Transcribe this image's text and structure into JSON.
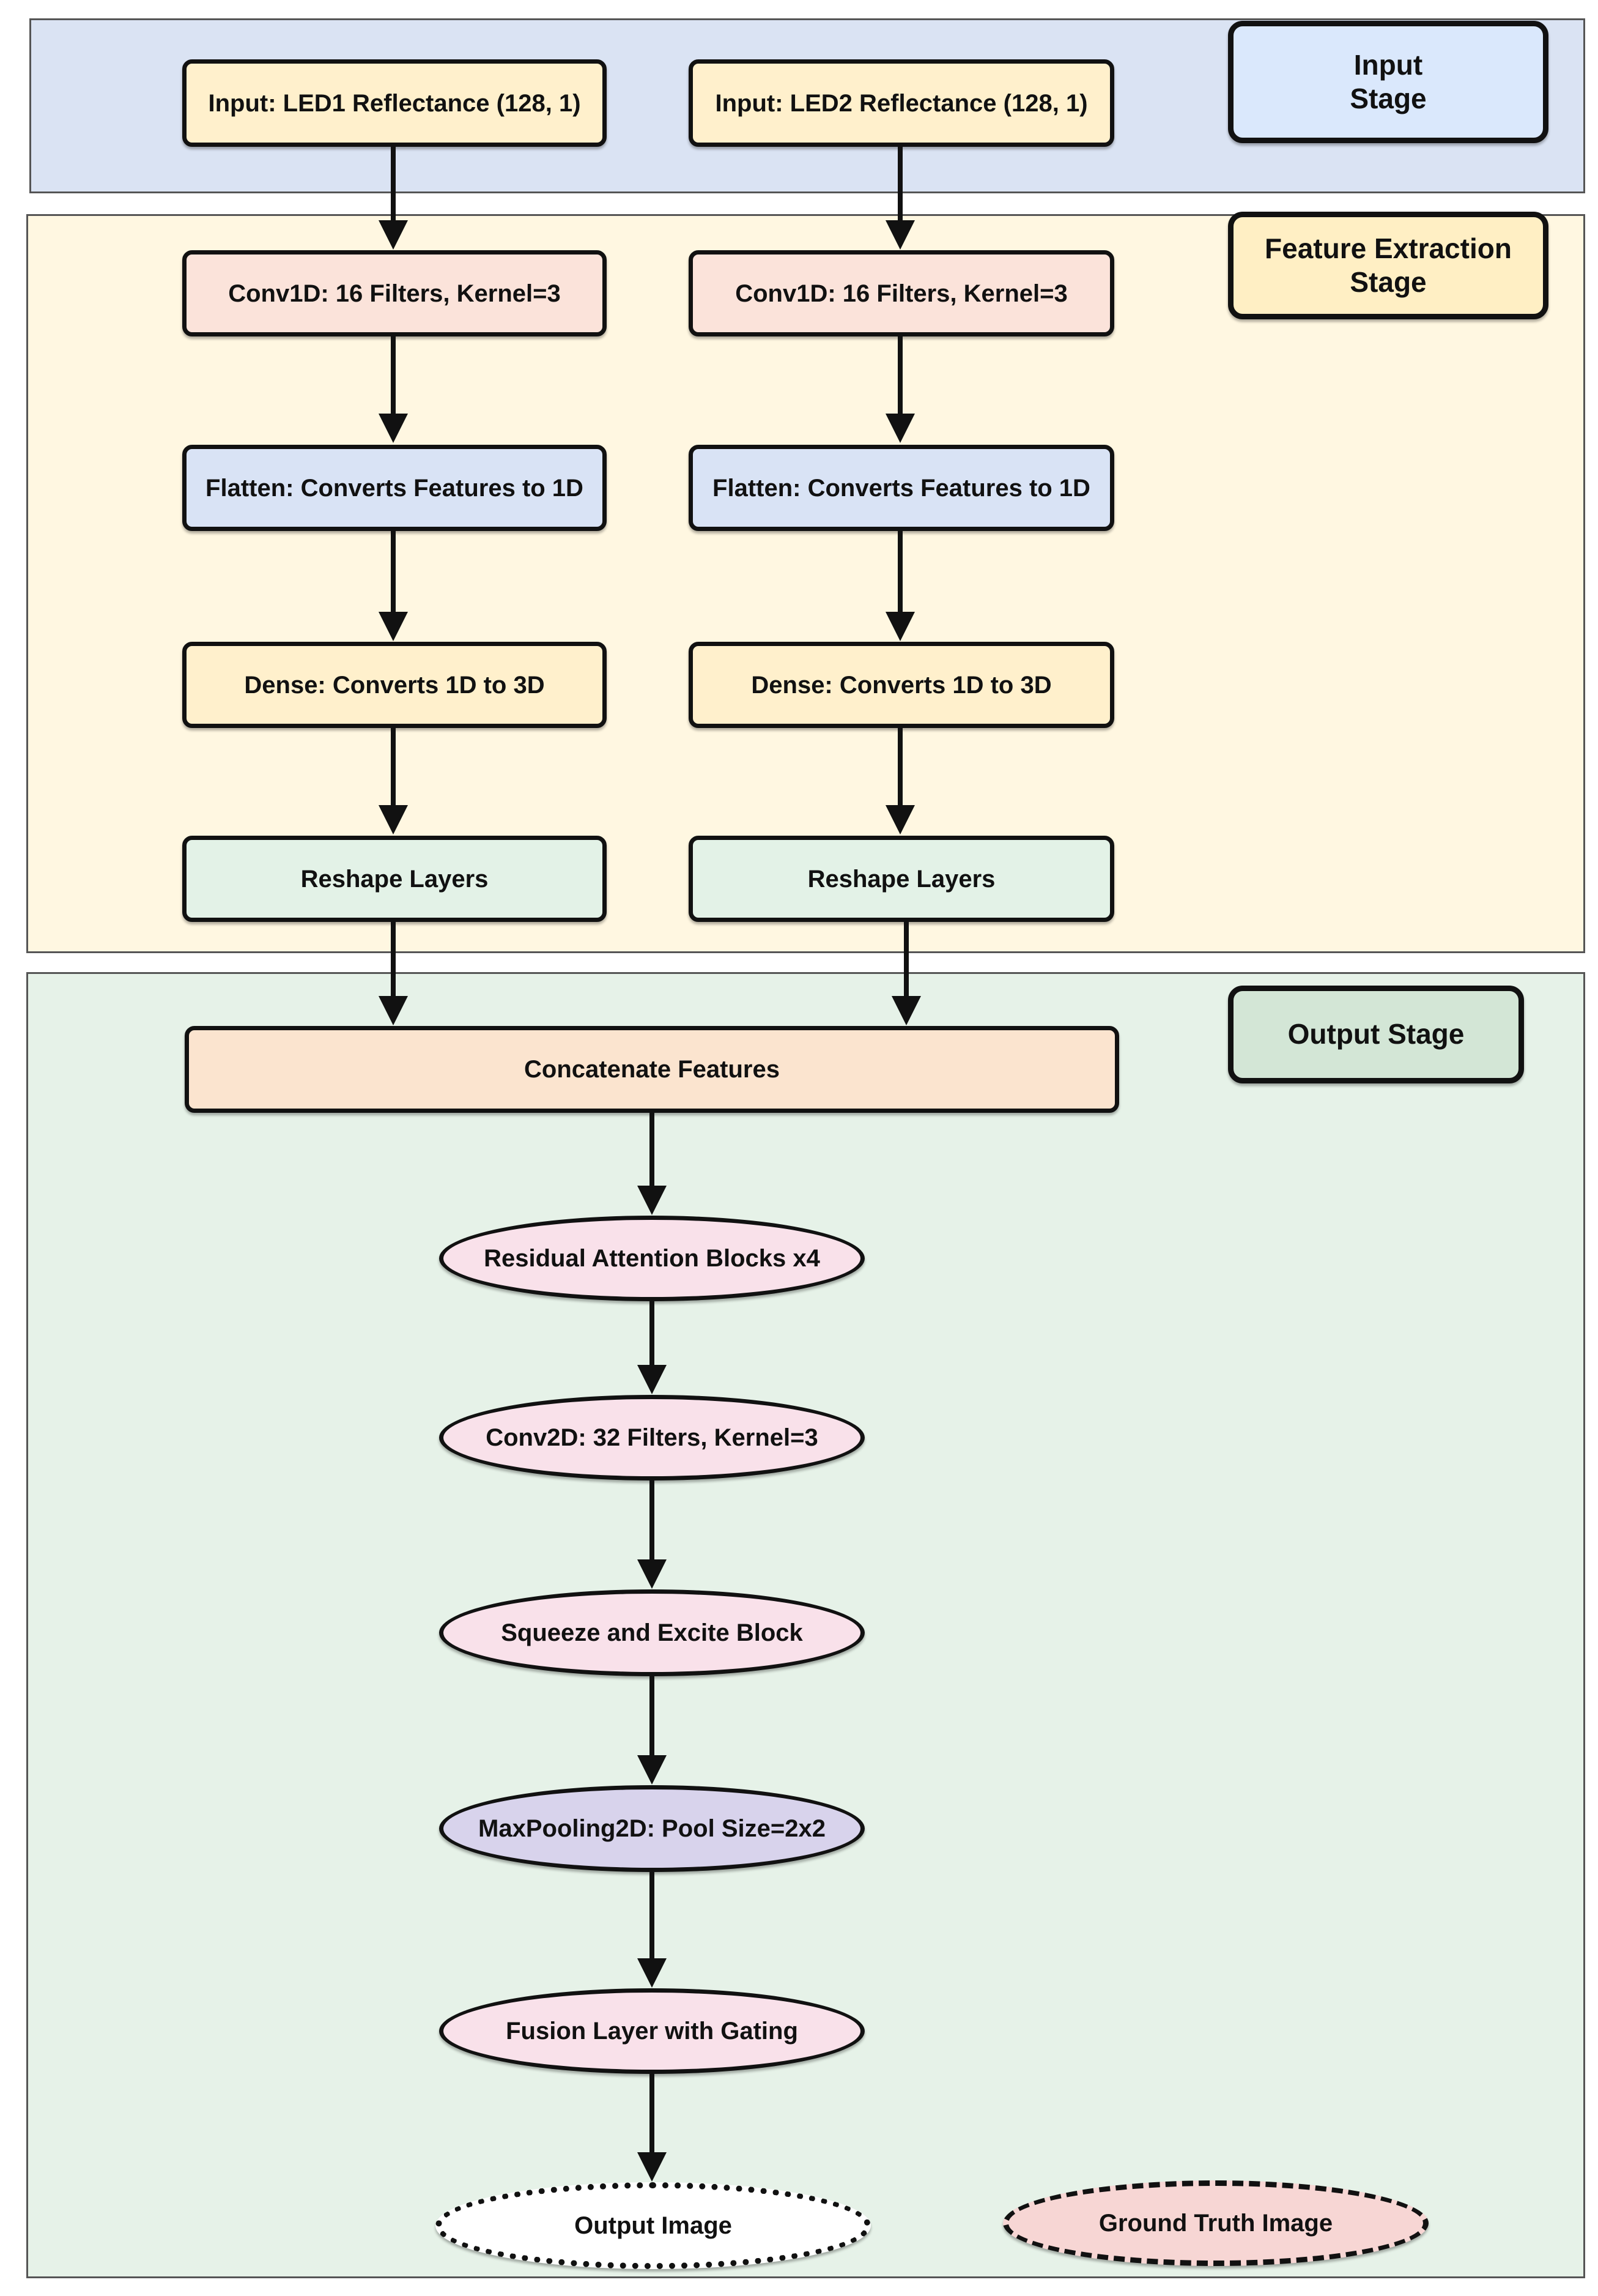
{
  "stages": {
    "input": "Input\nStage",
    "feature": "Feature Extraction\nStage",
    "output": "Output Stage"
  },
  "nodes": {
    "input_led1": "Input: LED1 Reflectance (128, 1)",
    "input_led2": "Input: LED2 Reflectance (128, 1)",
    "conv1d_1": "Conv1D: 16 Filters, Kernel=3",
    "conv1d_2": "Conv1D: 16 Filters, Kernel=3",
    "flatten_1": "Flatten: Converts Features to 1D",
    "flatten_2": "Flatten: Converts Features to 1D",
    "dense_1": "Dense: Converts 1D to 3D",
    "dense_2": "Dense: Converts 1D to 3D",
    "reshape_1": "Reshape Layers",
    "reshape_2": "Reshape Layers",
    "concatenate": "Concatenate Features",
    "residual_attention": "Residual Attention Blocks x4",
    "conv2d": "Conv2D: 32 Filters, Kernel=3",
    "squeeze_excite": "Squeeze and Excite Block",
    "maxpooling": "MaxPooling2D: Pool Size=2x2",
    "fusion": "Fusion Layer with Gating",
    "output_image": "Output Image",
    "ground_truth": "Ground Truth Image"
  },
  "colors": {
    "input_stage_bg": "#dae3f3",
    "feature_stage_bg": "#fff7e1",
    "output_stage_bg": "#e6f2e8",
    "input_node": "#fff0cc",
    "conv_node": "#fbe3da",
    "flatten_node": "#d9e3f5",
    "dense_node": "#fff0cc",
    "reshape_node": "#e3f2e7",
    "concat_node": "#fbe4cf",
    "pink_ellipse": "#f9e1ea",
    "pool_ellipse": "#d8d3ec",
    "ground_truth_fill": "#f7d6d4"
  }
}
